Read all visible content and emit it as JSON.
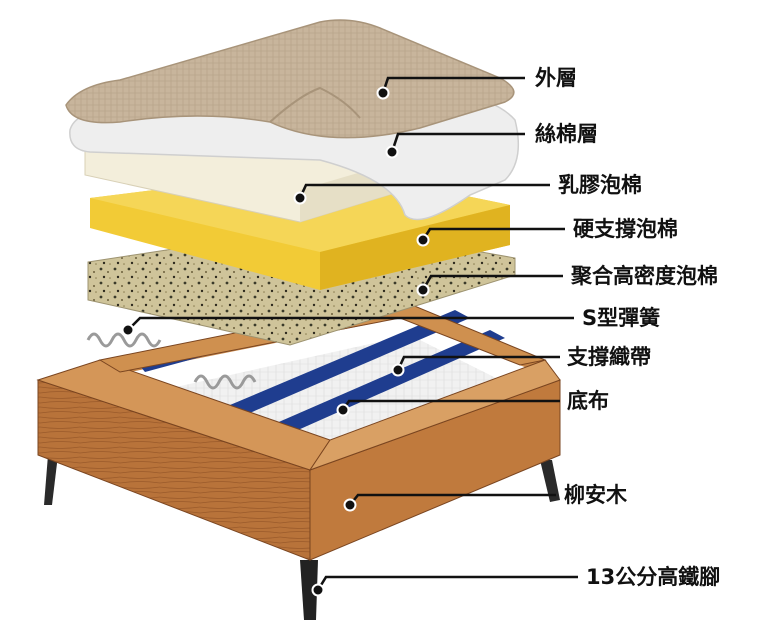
{
  "colors": {
    "outer_fabric": "#c8b59c",
    "silk_cotton": "#eeeeee",
    "latex_foam": "#f3eedb",
    "firm_foam": "#f2cb36",
    "rebonded_foam": "#cfc49a",
    "webbing": "#1f3d8f",
    "base_cloth": "#f2f2f2",
    "wood": "#b8733a",
    "leg": "#2a2a2a",
    "line": "#111111"
  },
  "callouts": [
    {
      "label": "外層",
      "icon": "fabric-cover"
    },
    {
      "label": "絲棉層",
      "icon": "silk-cotton-layer"
    },
    {
      "label": "乳膠泡棉",
      "icon": "latex-foam"
    },
    {
      "label": "硬支撐泡棉",
      "icon": "firm-support-foam"
    },
    {
      "label": "聚合高密度泡棉",
      "icon": "rebonded-foam"
    },
    {
      "label": "S型彈簧",
      "icon": "s-spring"
    },
    {
      "label": "支撐織帶",
      "icon": "webbing"
    },
    {
      "label": "底布",
      "icon": "base-cloth"
    },
    {
      "label": "柳安木",
      "icon": "wood-frame"
    },
    {
      "label": "13公分高鐵腳",
      "icon": "iron-leg"
    }
  ]
}
